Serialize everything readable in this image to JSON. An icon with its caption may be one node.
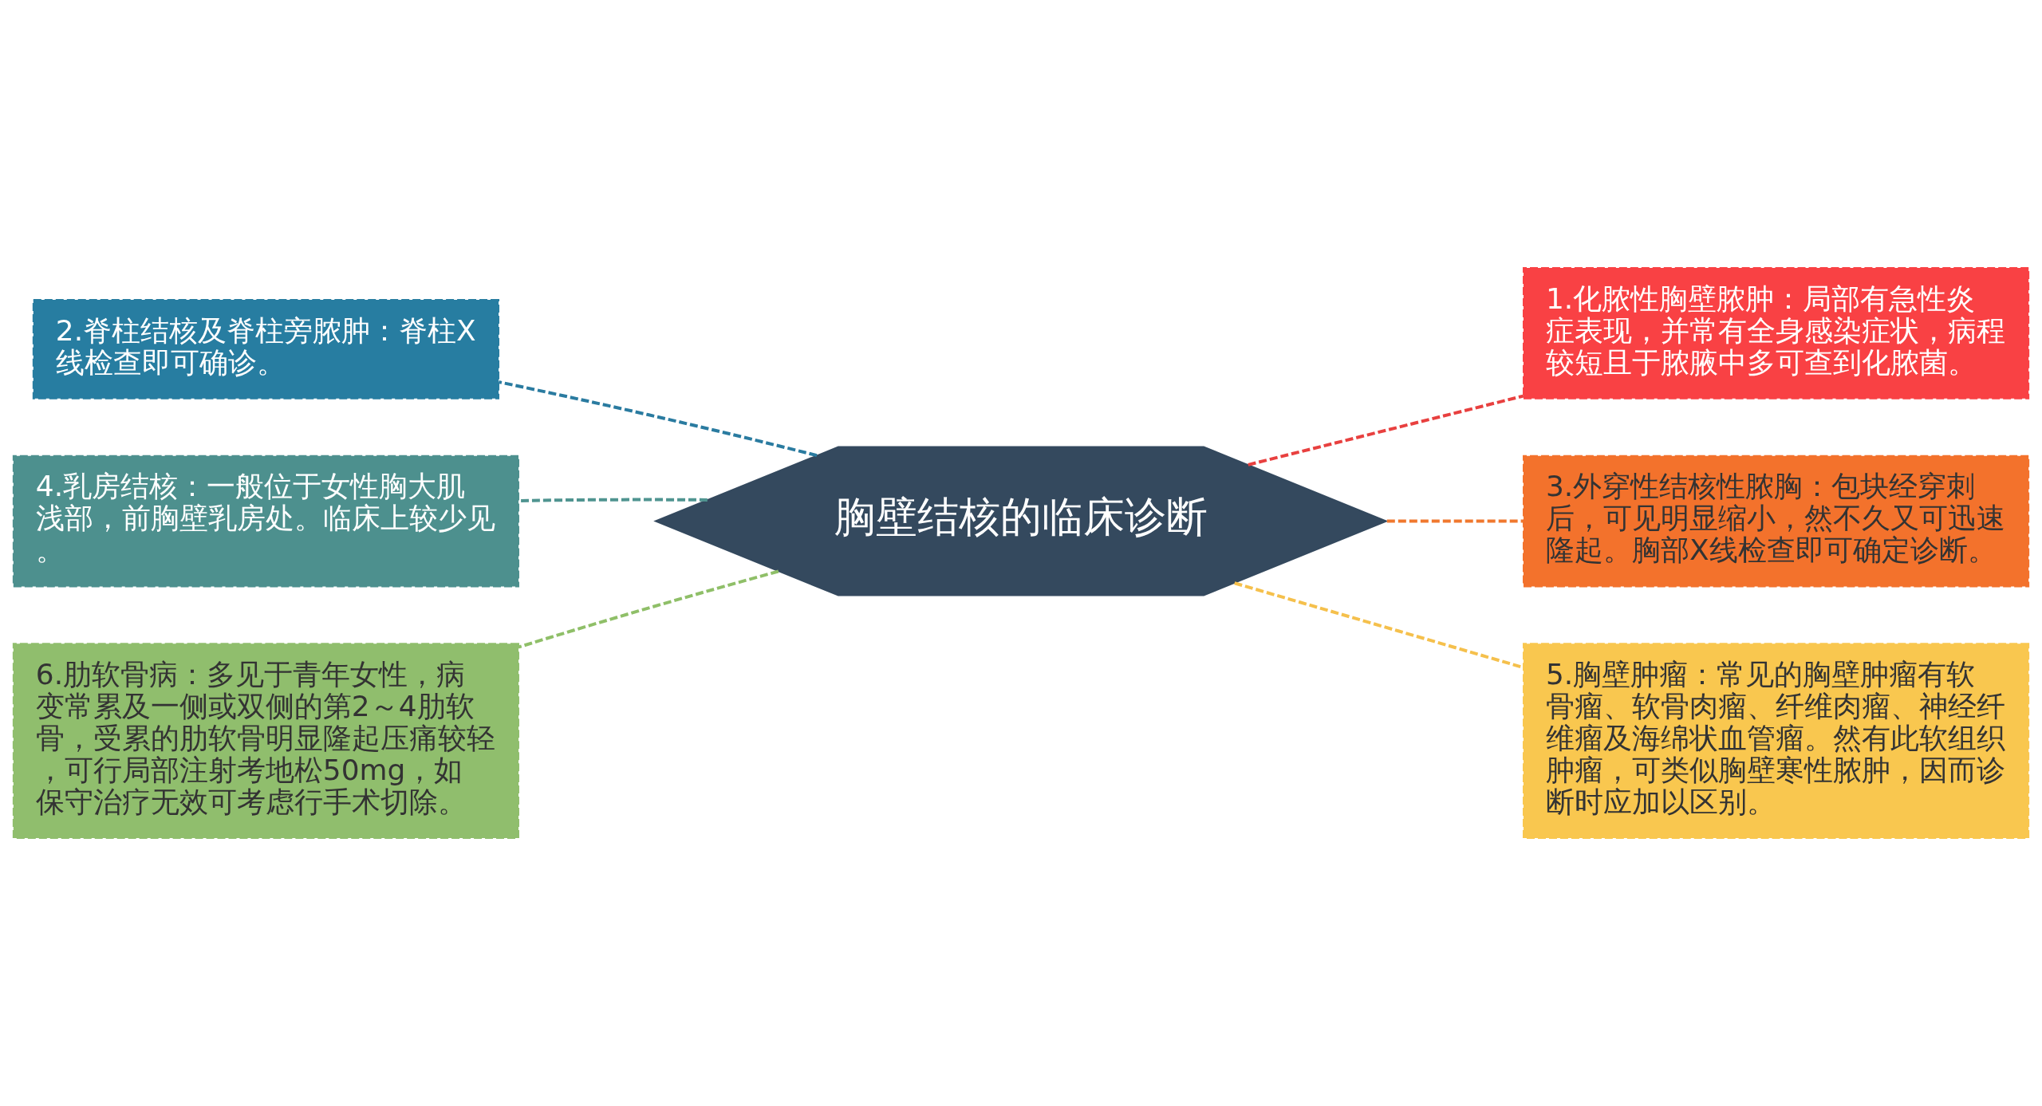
{
  "diagram": {
    "nodes": [
      {
        "text": [
          "胸壁结核的临床诊断"
        ]
      },
      {
        "text": [
          "1.化脓性胸壁脓肿：局部有急性炎症表现，并常有全身感染症状，病程较短且于脓腋中多可查到化脓菌。"
        ]
      },
      {
        "text": [
          "2.脊柱结核及脊柱旁脓肿：脊柱X线检查即可确诊。"
        ]
      },
      {
        "text": [
          "3.外穿性结核性脓胸：包块经穿刺后，可见明显缩小，然不久又可迅速隆起。胸部X线检查即可确定诊断。"
        ]
      },
      {
        "text": [
          "4.乳房结核：一般位于女性胸大肌浅部，前胸壁乳房处。临床上较少见。"
        ]
      },
      {
        "text": [
          "5.胸壁肿瘤：常见的胸壁肿瘤有软骨瘤、软骨肉瘤、纤维肉瘤、神经纤维瘤及海绵状血管瘤。然有此软组织肿瘤，可类似胸壁寒性脓肿，因而诊断时应加以区别。"
        ]
      },
      {
        "text": [
          "6.肋软骨病：多见于青年女性，病变常累及一侧或双侧的第2～4肋软骨，受累的肋软骨明显隆起压痛较轻，可行局部注射考地松50mg，如保守治疗无效可考虑行手术切除。"
        ]
      }
    ],
    "edges": [
      {
        "from": 0,
        "to": 1,
        "arrow": "none",
        "style": "dashed",
        "color": "#e8403f"
      },
      {
        "from": 0,
        "to": 2,
        "arrow": "none",
        "style": "dashed",
        "color": "#2a7ba0"
      },
      {
        "from": 0,
        "to": 3,
        "arrow": "none",
        "style": "dashed",
        "color": "#f0782e"
      },
      {
        "from": 0,
        "to": 4,
        "arrow": "none",
        "style": "dashed",
        "color": "#4f9490"
      },
      {
        "from": 0,
        "to": 5,
        "arrow": "none",
        "style": "dashed",
        "color": "#f5c04c"
      },
      {
        "from": 0,
        "to": 6,
        "arrow": "none",
        "style": "dashed",
        "color": "#8fbf68"
      }
    ]
  }
}
